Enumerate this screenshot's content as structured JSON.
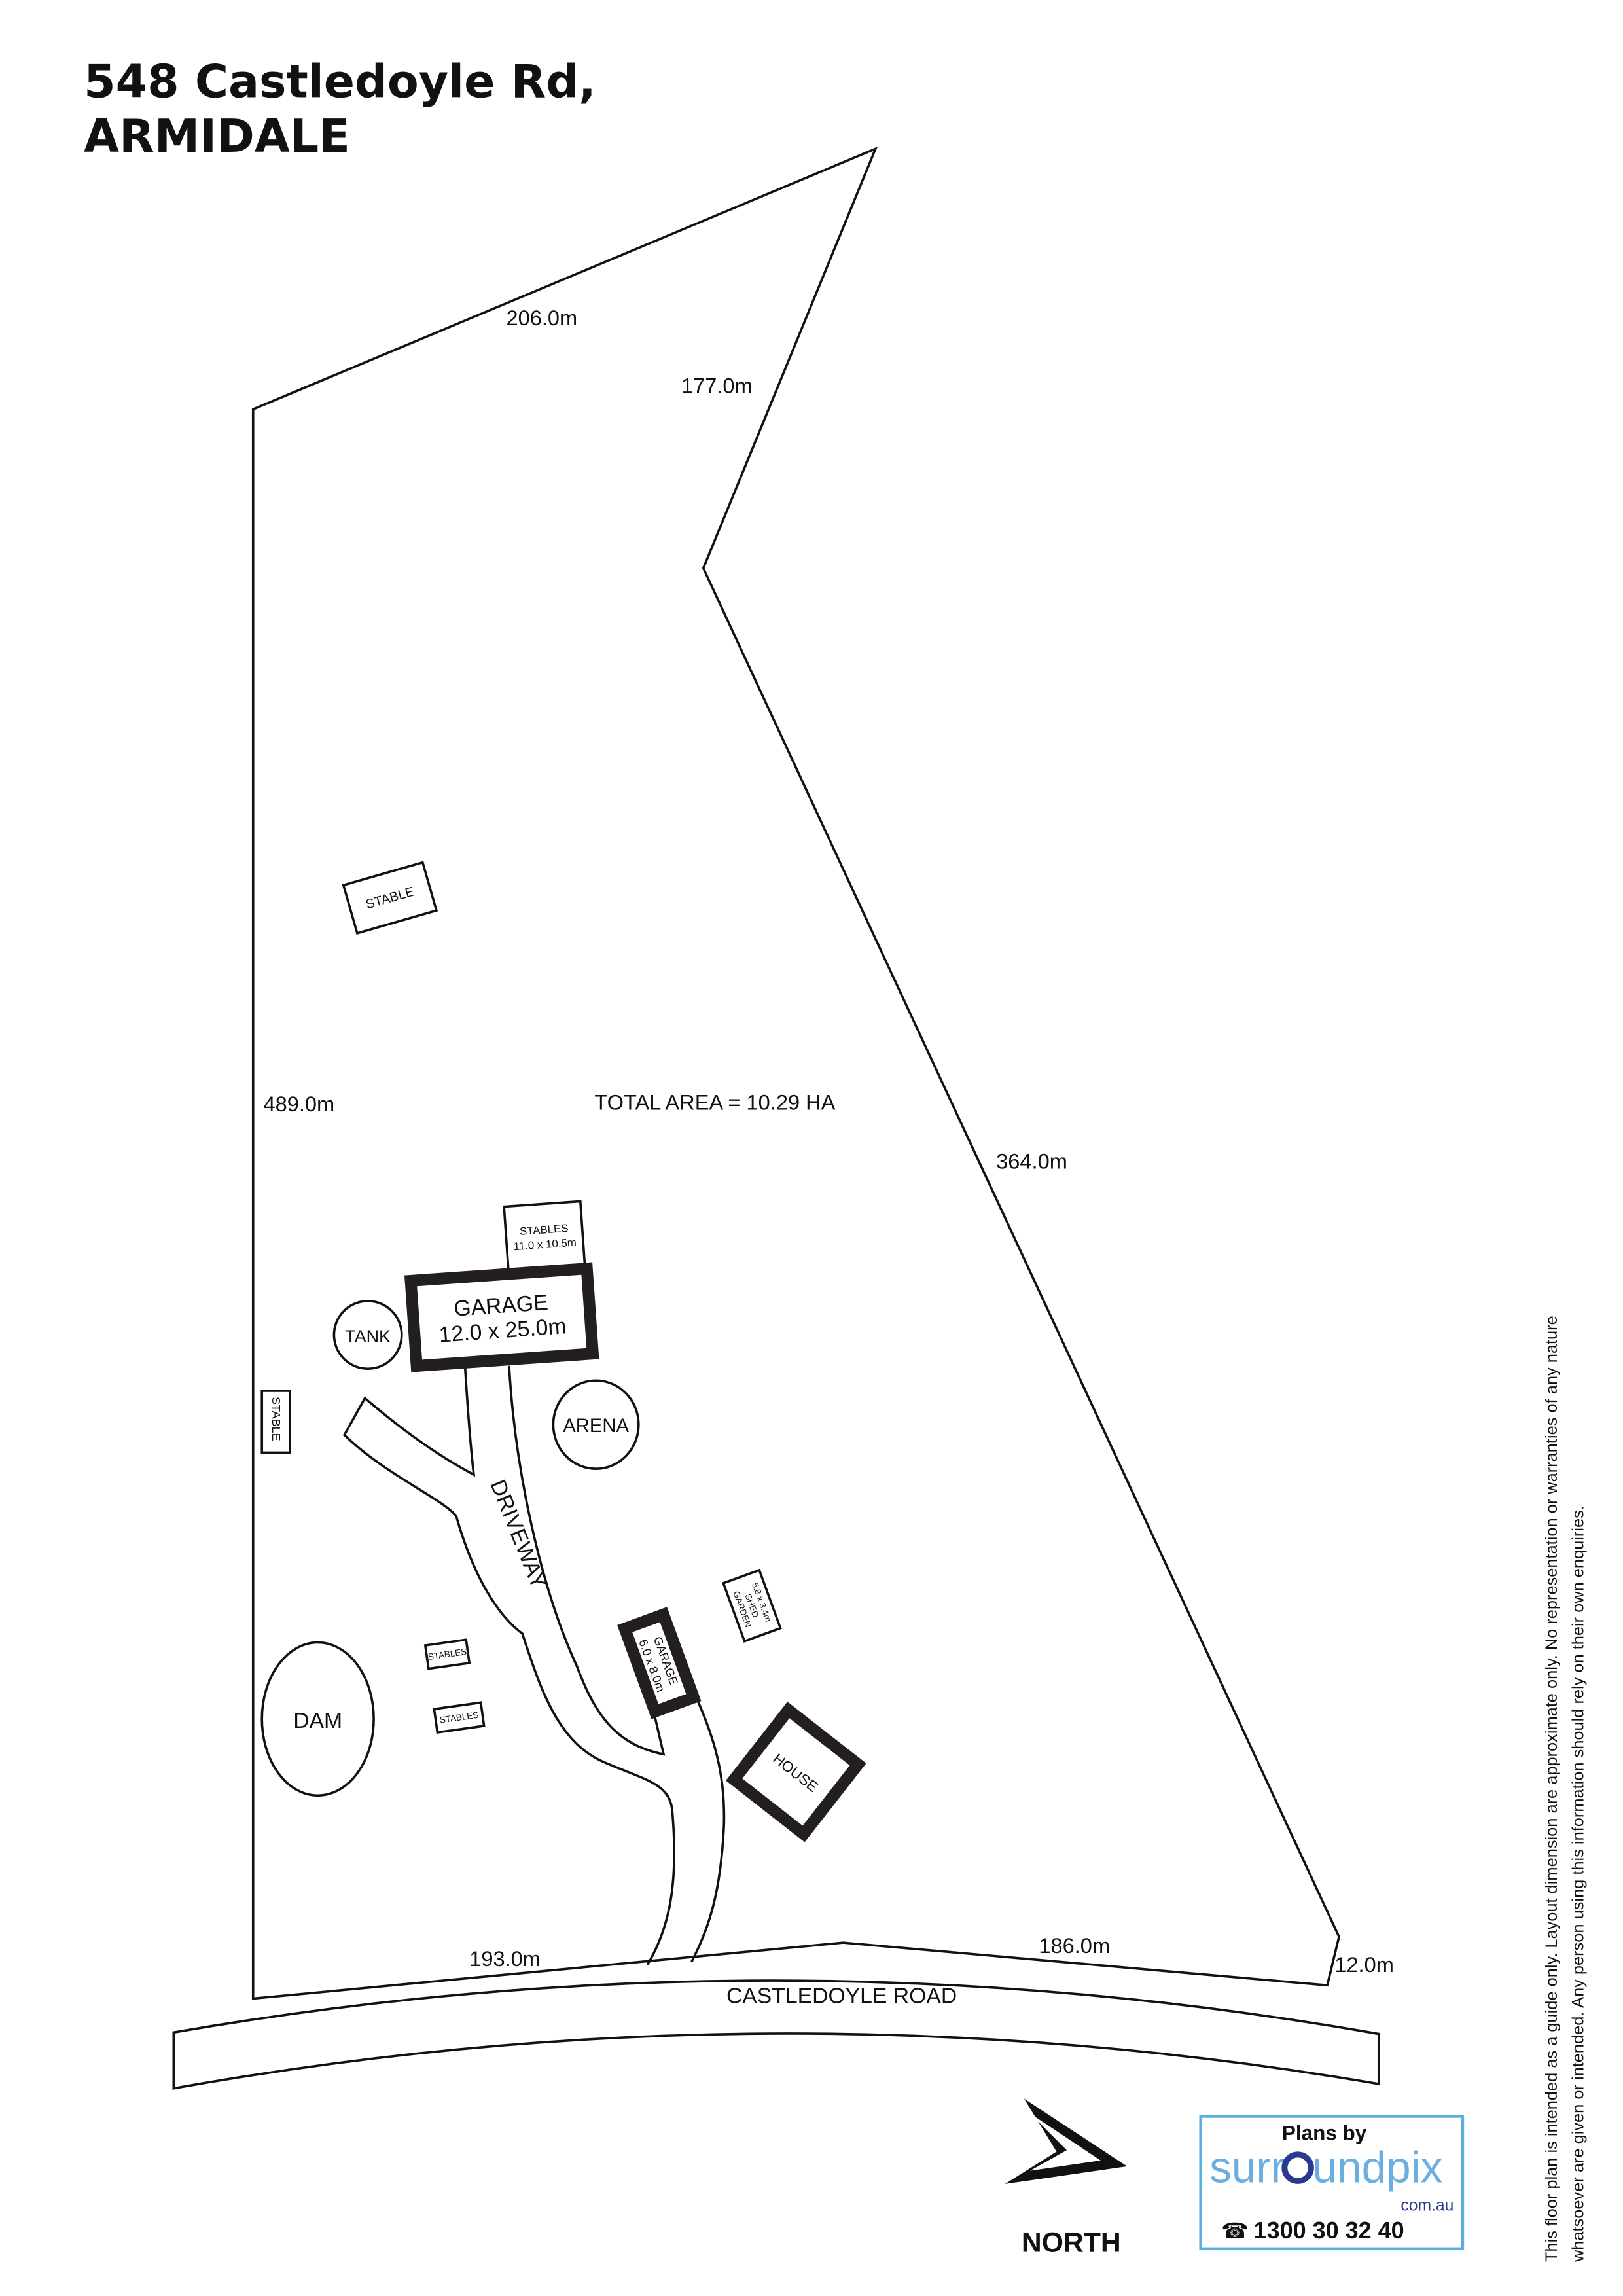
{
  "title": {
    "line1": "548 Castledoyle Rd,",
    "line2": "ARMIDALE"
  },
  "dimensions": {
    "top": "206.0m",
    "top_right": "177.0m",
    "left": "489.0m",
    "right": "364.0m",
    "bottom_left": "193.0m",
    "bottom_right": "186.0m",
    "corner": "12.0m"
  },
  "total_area": "TOTAL AREA = 10.29 HA",
  "structures": {
    "stable_top": "STABLE",
    "stables_large": {
      "name": "STABLES",
      "size": "11.0 x 10.5m"
    },
    "garage_large": {
      "name": "GARAGE",
      "size": "12.0 x 25.0m"
    },
    "tank": "TANK",
    "stable_left": "STABLE",
    "arena": "ARENA",
    "driveway": "DRIVEWAY",
    "garden_shed": {
      "name1": "GARDEN",
      "name2": "SHED",
      "size": "5.8 x 3.4m"
    },
    "garage_small": {
      "name": "GARAGE",
      "size": "6.0 x 8.0m"
    },
    "stables_small_1": "STABLES",
    "stables_small_2": "STABLES",
    "dam": "DAM",
    "house": "HOUSE"
  },
  "road": "CASTLEDOYLE ROAD",
  "north": "NORTH",
  "branding": {
    "plans_by": "Plans by",
    "logo_part1": "surr",
    "logo_part2": "undpix",
    "domain": "com.au",
    "phone": "1300 30 32 40",
    "border_color": "#5aaee0",
    "logo_color": "#6aafe0",
    "logo_dark": "#2b3990"
  },
  "disclaimer": {
    "line1": "This floor plan is intended as a guide only. Layout dimension are approximate only. No representation or warranties of any nature",
    "line2": "whatsoever are given or intended. Any person using this information should rely on their own enquiries."
  }
}
